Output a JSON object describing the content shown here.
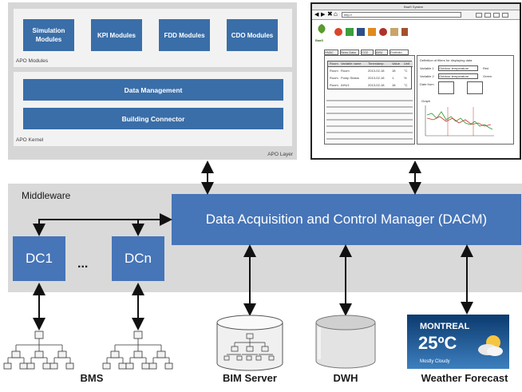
{
  "apo": {
    "modules": [
      "Simulation Modules",
      "KPI Modules",
      "FDD Modules",
      "CDO Modules"
    ],
    "modules_label": "APO Modules",
    "kernel_bars": [
      "Data Management",
      "Building Connector"
    ],
    "kernel_label": "APO Kernel",
    "layer_label": "APO Layer"
  },
  "middleware": {
    "label": "Middleware",
    "dacm": "Data Acquisition and Control Manager (DACM)",
    "dc1": "DC1",
    "dcn": "DCn",
    "ellipsis": "..."
  },
  "bottom": {
    "bms": "BMS",
    "bim": "BIM Server",
    "dwh": "DWH",
    "weather": "Weather Forecast"
  },
  "weather_widget": {
    "city": "MONTREAL",
    "temp": "25ºC",
    "condition": "Mostly Cloudy"
  },
  "screenshot": {
    "window_title": "BaaS System",
    "url": "http://",
    "logo": "BaaS",
    "tabs": [
      "HVAC",
      "Sens Data",
      "CO2",
      "AHU",
      "Portfolio"
    ],
    "table_headers": [
      "Room",
      "Variable name",
      "Timestamp",
      "Value",
      "Unit"
    ],
    "table_rows": [
      [
        "Room",
        "Room",
        "2013-02-18",
        "18",
        "°C"
      ],
      [
        "Room",
        "Pump Status",
        "2013-02-18",
        "1",
        "%"
      ],
      [
        "Room",
        "AHU1",
        "2013-02-18",
        "18",
        "°C"
      ]
    ],
    "panel_title": "Definition of filters for displaying data",
    "var1_label": "Variable 1",
    "var1_value": "Outdoor temperature",
    "var1_color": "Red",
    "var2_label": "Variable 2",
    "var2_value": "Outdoor temperature",
    "var2_color": "Green",
    "date_label": "Date from",
    "chart_label": "Graph"
  }
}
